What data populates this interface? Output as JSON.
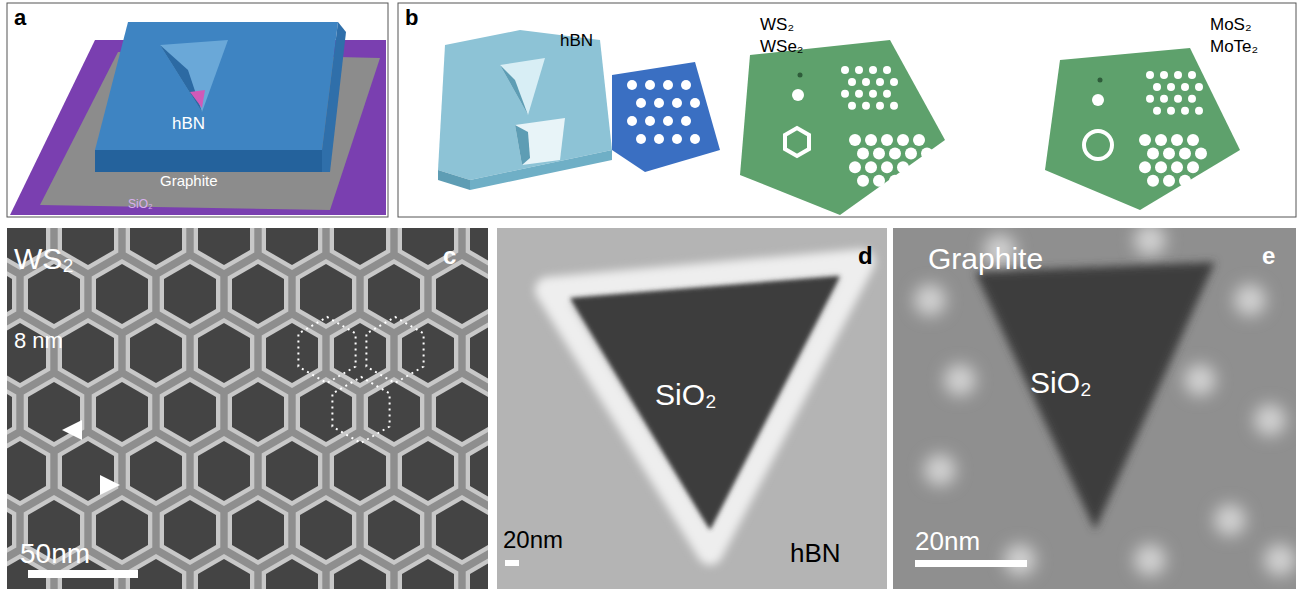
{
  "diagram": {
    "labels": [
      "a",
      "hBN",
      "Graphite",
      "SiO₂",
      "b",
      "hBN",
      "WS₂",
      "WSe₂",
      "MoS₂",
      "MoTe₂",
      "c",
      "WS₂",
      "8 nm",
      "50nm",
      "d",
      "SiO₂",
      "hBN",
      "20nm",
      "e",
      "Graphite",
      "SiO₂",
      "20nm"
    ]
  }
}
